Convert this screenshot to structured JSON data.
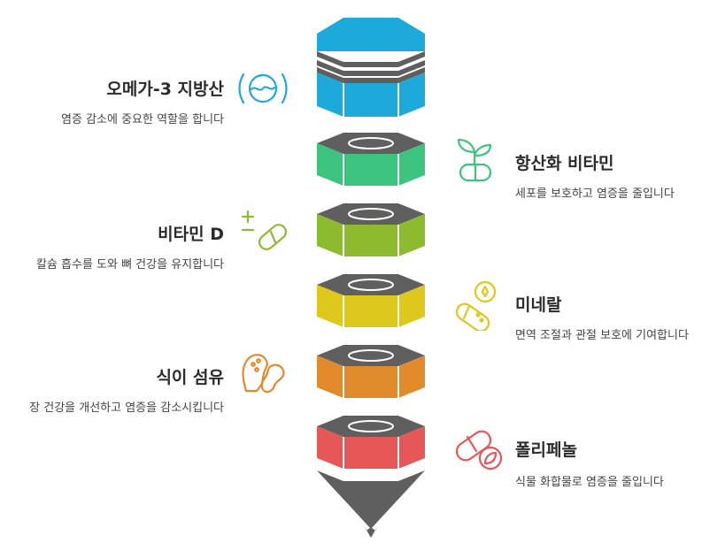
{
  "colors": {
    "omega": "#1ea9db",
    "antioxidant": "#3cc47f",
    "vitamin_d": "#8dbb2f",
    "mineral": "#ddc81b",
    "fiber": "#e08a2c",
    "polyphenol": "#e65757",
    "cap": "#5f5f5f",
    "pencil_tip": "#5f5f5f"
  },
  "items": [
    {
      "title": "오메가-3 지방산",
      "desc": "염증 감소에 중요한 역할을 합니다",
      "icon": "water-drop-icon",
      "side": "left"
    },
    {
      "title": "항산화 비타민",
      "desc": "세포를 보호하고 염증을 줄입니다",
      "icon": "sprout-icon",
      "side": "right"
    },
    {
      "title": "비타민 D",
      "desc": "칼슘 흡수를 도와 뼈 건강을 유지합니다",
      "icon": "capsule-plus-icon",
      "side": "left"
    },
    {
      "title": "미네랄",
      "desc": "면역 조절과 관절 보호에 기여합니다",
      "icon": "mineral-pill-icon",
      "side": "right"
    },
    {
      "title": "식이 섬유",
      "desc": "장 건강을 개선하고 염증을 감소시킵니다",
      "icon": "digestion-icon",
      "side": "left"
    },
    {
      "title": "폴리페놀",
      "desc": "식물 화합물로 염증을 줄입니다",
      "icon": "leaf-capsule-icon",
      "side": "right"
    }
  ]
}
